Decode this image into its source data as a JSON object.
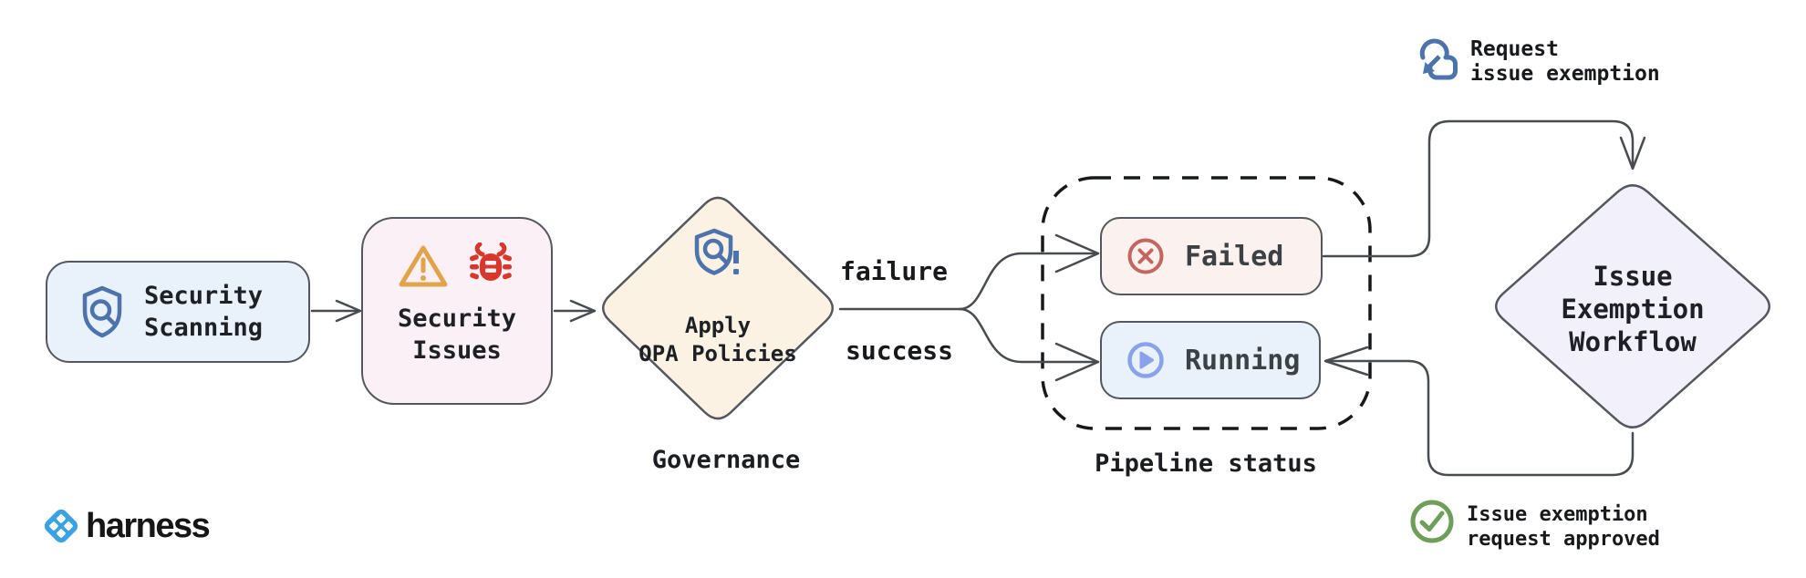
{
  "diagram": {
    "nodes": {
      "security_scanning": "Security\nScanning",
      "security_issues": "Security\nIssues",
      "apply_opa": "Apply\nOPA Policies",
      "failed": "Failed",
      "running": "Running",
      "issue_exemption": "Issue\nExemption\nWorkflow"
    },
    "captions": {
      "governance": "Governance",
      "pipeline_status": "Pipeline status"
    },
    "edge_labels": {
      "failure": "failure",
      "success": "success"
    },
    "annotations": {
      "request_exemption": "Request\nissue exemption",
      "approved": "Issue exemption\nrequest approved"
    },
    "icons": {
      "security_scanning": "shield-search-icon",
      "security_issues": [
        "warning-triangle-icon",
        "bug-icon"
      ],
      "apply_opa": "shield-alert-icon",
      "failed": "circled-x-icon",
      "running": "circled-play-icon",
      "request_exemption": "tap-gesture-icon",
      "approved": "check-circle-icon"
    },
    "colors": {
      "line": "#484c51",
      "node_border": "#54585e",
      "icon_blue": "#4c73ab",
      "warning_orange": "#e2a44a",
      "bug_red": "#d8382c",
      "failed_red": "#c2665f",
      "running_blue": "#8aa2ec",
      "success_green": "#6e9e5a",
      "fill_light_blue": "#e9f1fa",
      "fill_light_pink": "#fbf0f5",
      "fill_cream": "#fbf2e4",
      "fill_lavender": "#f2f0fb",
      "fill_failed": "#fbf1ee",
      "harness_blue": "#3aa2e2"
    }
  },
  "brand": {
    "name": "harness"
  }
}
